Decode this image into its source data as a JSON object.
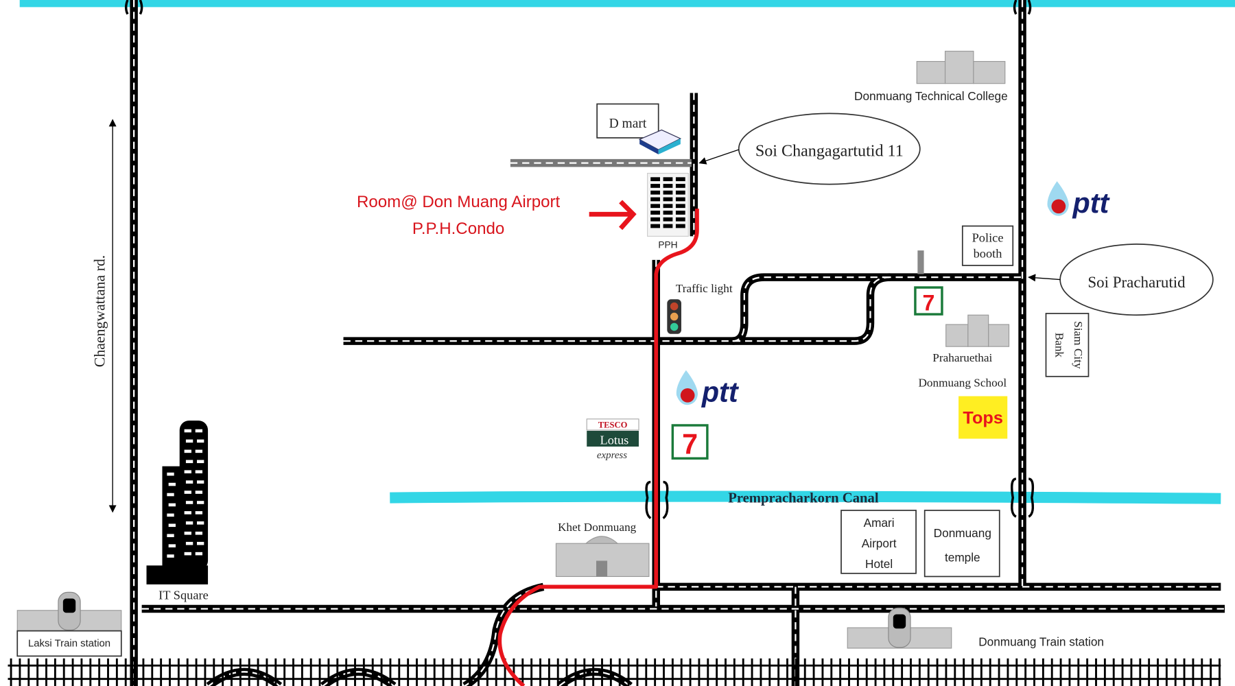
{
  "map": {
    "hotel_name_line1": "Room@ Don Muang Airport",
    "hotel_name_line2": "P.P.H.Condo",
    "pph_label": "PPH",
    "dmart_label": "D mart",
    "soi_changagartutid": "Soi Changagartutid 11",
    "soi_pracharutid": "Soi Pracharutid",
    "technical_college": "Donmuang Technical College",
    "police_booth_line1": "Police",
    "police_booth_line2": "booth",
    "traffic_light": "Traffic light",
    "ptt_logo": "ptt",
    "seven_eleven_logo": "7",
    "praharuethai": "Praharuethai",
    "donmuang_school": "Donmuang School",
    "siam_city_line1": "Siam City",
    "siam_city_line2": "Bank",
    "tops_logo": "Tops",
    "tesco_top": "TESCO",
    "tesco_mid": "Lotus",
    "tesco_bottom": "express",
    "chaengwattana_road": "Chaengwattana rd.",
    "canal": "Prempracharkorn Canal",
    "khet_donmuang": "Khet Donmuang",
    "amari_line1": "Amari",
    "amari_line2": "Airport",
    "amari_line3": "Hotel",
    "temple_line1": "Donmuang",
    "temple_line2": "temple",
    "it_square": "IT Square",
    "laksi_station": "Laksi Train station",
    "donmuang_station": "Donmuang Train station"
  },
  "colors": {
    "route": "#e8141c",
    "canal": "#33d6e6",
    "ptt_blue": "#14206e",
    "tops_yellow": "#ffee22"
  }
}
